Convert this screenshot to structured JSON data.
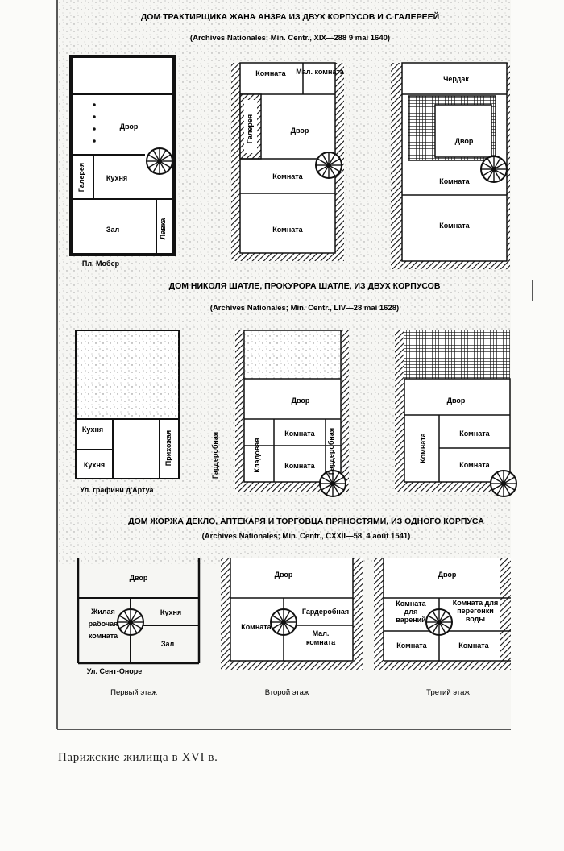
{
  "house1": {
    "title": "ДОМ ТРАКТИРЩИКА ЖАНА АНЗРА ИЗ ДВУХ КОРПУСОВ И С ГАЛЕРЕЕЙ",
    "source": "(Archives Nationales; Min. Centr., XIX—288 9 mai 1640)",
    "street": "Пл. Мобер",
    "p1": {
      "kitchen": "Кухня",
      "yard": "Двор",
      "hall": "Зал",
      "gallery": "Галерея",
      "shop": "Лавка"
    },
    "p2": {
      "room_top_left": "Комната",
      "small_room": "Мал. комната",
      "gallery": "Галерея",
      "yard": "Двор",
      "room_a": "Комната",
      "room_b": "Комната"
    },
    "p3": {
      "attic": "Чердак",
      "yard": "Двор",
      "room_a": "Комната",
      "room_b": "Комната"
    }
  },
  "house2": {
    "title": "ДОМ НИКОЛЯ ШАТЛЕ, ПРОКУРОРА ШАТЛЕ, ИЗ ДВУХ КОРПУСОВ",
    "source": "(Archives Nationales; Min. Centr., LIV—28 mai 1628)",
    "street": "Ул. графини д'Артуа",
    "p1": {
      "kitchen_top": "Кухня",
      "kitchen": "Кухня",
      "vestibule": "Прихожая"
    },
    "p2": {
      "yard": "Двор",
      "room_a": "Комната",
      "room_b": "Комната",
      "closet": "Кладовая",
      "dressing": "Гардеробная",
      "wardrobe_side": "Гардеробная"
    },
    "p3": {
      "yard": "Двор",
      "room_side": "Комната",
      "room_a": "Комната",
      "room_b": "Комната"
    }
  },
  "house3": {
    "title": "ДОМ ЖОРЖА ДЕКЛО, АПТЕКАРЯ И ТОРГОВЦА ПРЯНОСТЯМИ, ИЗ ОДНОГО КОРПУСА",
    "source": "(Archives Nationales; Min. Centr., CXXII—58, 4 août 1541)",
    "street": "Ул. Сент-Оноре",
    "p1": {
      "yard": "Двор",
      "workroom_1": "Жилая",
      "workroom_2": "рабочая",
      "workroom_3": "комната",
      "kitchen": "Кухня",
      "hall": "Зал"
    },
    "p2": {
      "yard": "Двор",
      "room": "Комната",
      "dressing": "Гардеробная",
      "small_1": "Мал.",
      "small_2": "комната"
    },
    "p3": {
      "yard": "Двор",
      "jam_1": "Комната",
      "jam_2": "для",
      "jam_3": "варений",
      "water_1": "Комната для",
      "water_2": "перегонки",
      "water_3": "воды",
      "room_a": "Комната",
      "room_b": "Комната"
    },
    "floors": [
      "Первый этаж",
      "Второй этаж",
      "Третий этаж"
    ]
  },
  "caption": "Парижские жилища в XVI в."
}
